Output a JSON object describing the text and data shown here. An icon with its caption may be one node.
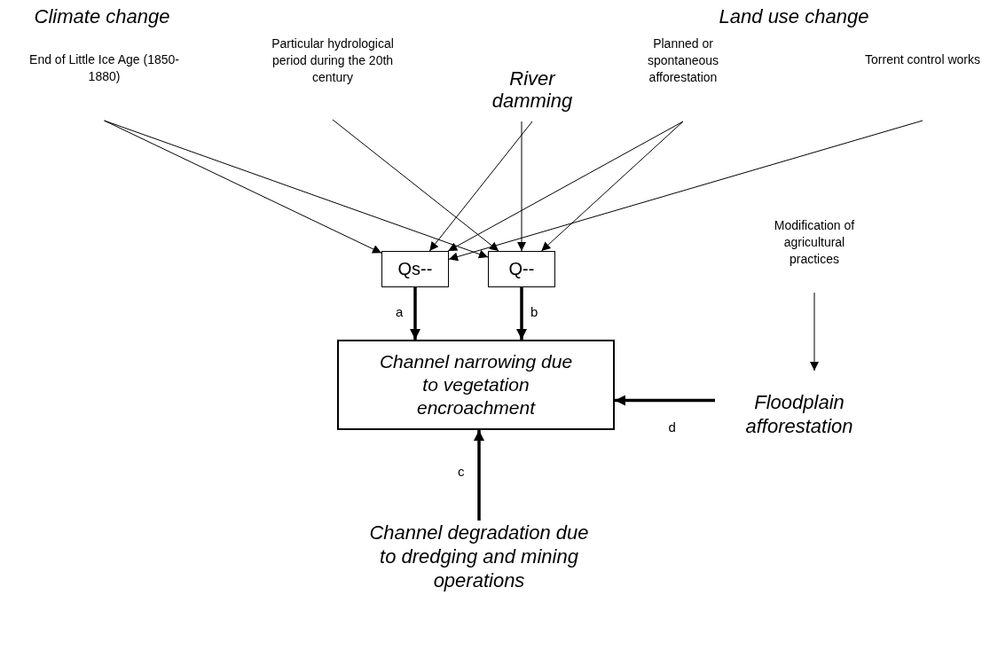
{
  "diagram": {
    "nodes": [
      {
        "text": [
          "End of Little Ice Age (1850-1880)"
        ]
      },
      {
        "text": [
          "Particular hydrological period during the 20th century"
        ]
      },
      {
        "text": [
          "River damming"
        ]
      },
      {
        "text": [
          "Planned or spontaneous afforestation"
        ]
      },
      {
        "text": [
          "Torrent control works"
        ]
      },
      {
        "text": [
          "Qs--"
        ]
      },
      {
        "text": [
          "Q--"
        ]
      },
      {
        "text": [
          "Modification of agricultural practices"
        ]
      },
      {
        "text": [
          "Channel narrowing due to vegetation encroachment"
        ]
      },
      {
        "text": [
          "Floodplain afforestation"
        ]
      },
      {
        "text": [
          "Channel degradation due to dredging and mining operations"
        ]
      }
    ],
    "edges": [
      {
        "from": 0,
        "to": 5,
        "arrow": "to"
      },
      {
        "from": 0,
        "to": 6,
        "arrow": "to"
      },
      {
        "from": 1,
        "to": 6,
        "arrow": "to"
      },
      {
        "from": 2,
        "to": 5,
        "arrow": "to"
      },
      {
        "from": 2,
        "to": 6,
        "arrow": "to"
      },
      {
        "from": 3,
        "to": 5,
        "arrow": "to"
      },
      {
        "from": 3,
        "to": 6,
        "arrow": "to"
      },
      {
        "from": 4,
        "to": 5,
        "arrow": "to"
      },
      {
        "from": 5,
        "to": 8,
        "arrow": "to",
        "label": "a",
        "style": "thick"
      },
      {
        "from": 6,
        "to": 8,
        "arrow": "to",
        "label": "b",
        "style": "thick"
      },
      {
        "from": 7,
        "to": 9,
        "arrow": "to"
      },
      {
        "from": 9,
        "to": 8,
        "arrow": "to",
        "label": "d",
        "style": "thick"
      },
      {
        "from": 10,
        "to": 8,
        "arrow": "to",
        "label": "c",
        "style": "thick"
      }
    ],
    "labels": [
      "Climate change",
      "Land use change"
    ]
  }
}
